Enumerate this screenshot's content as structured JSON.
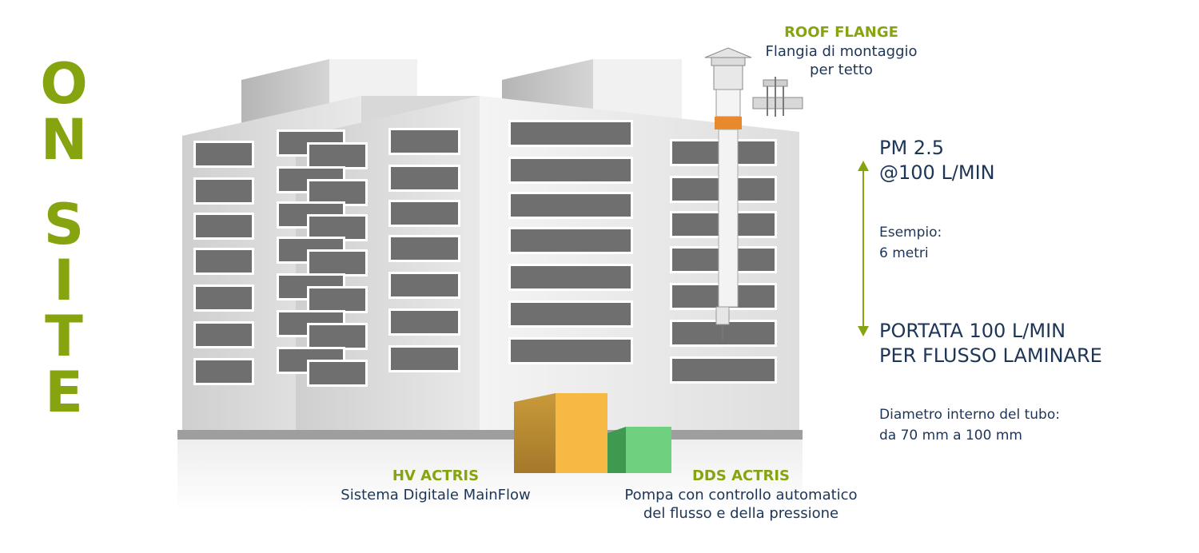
{
  "title_letters": [
    "O",
    "N",
    "S",
    "I",
    "T",
    "E"
  ],
  "roof_flange": {
    "title": "ROOF FLANGE",
    "line1": "Flangia di montaggio",
    "line2": "per tetto"
  },
  "pm": {
    "line1": "PM 2.5",
    "line2": "@100 L/MIN"
  },
  "example": {
    "line1": "Esempio:",
    "line2": "6 metri"
  },
  "flow": {
    "line1": "PORTATA 100 L/MIN",
    "line2": "PER FLUSSO LAMINARE"
  },
  "diameter": {
    "line1": "Diametro interno del tubo:",
    "line2": "da 70 mm a 100 mm"
  },
  "hv": {
    "title": "HV ACTRIS",
    "line1": "Sistema Digitale MainFlow"
  },
  "dds": {
    "title": "DDS ACTRIS",
    "line1": "Pompa con controllo automatico",
    "line2": "del flusso e della pressione"
  },
  "colors": {
    "accent_green": "#86a40f",
    "navy": "#1d3557",
    "orange": "#f5b944",
    "green_box": "#6fd07f"
  }
}
